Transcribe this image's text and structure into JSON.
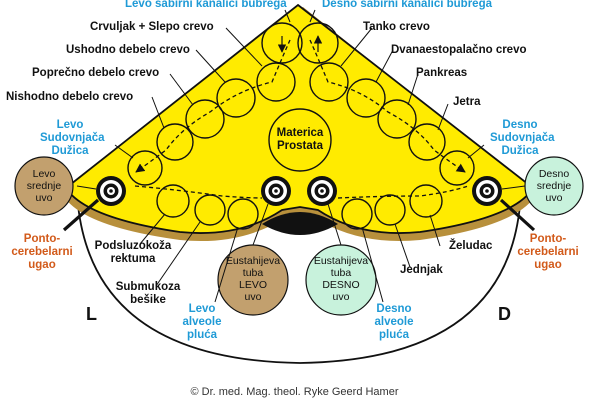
{
  "labels": {
    "left_collecting_tubules": "Levo sabirni kanalići bubrega",
    "right_collecting_tubules": "Desno sabirni kanalići bubrega",
    "ileum_appendix": "Crvuljak + Slepo crevo",
    "small_intestine": "Tanko crevo",
    "ascending_colon": "Ushodno debelo crevo",
    "duodenum": "Dvanaestopalačno crevo",
    "transverse_colon": "Poprečno debelo crevo",
    "pancreas": "Pankreas",
    "descending_colon": "Nishodno debelo crevo",
    "liver": "Jetra",
    "left_tonsil_line1": "Levo",
    "left_tonsil_line2": "Sudovnjača",
    "left_tonsil_line3": "Dužica",
    "right_tonsil_line1": "Desno",
    "right_tonsil_line2": "Sudovnjača",
    "right_tonsil_line3": "Dužica",
    "uterus_line1": "Materica",
    "uterus_line2": "Prostata",
    "left_middle_ear_line1": "Levo",
    "left_middle_ear_line2": "srednje",
    "left_middle_ear_line3": "uvo",
    "right_middle_ear_line1": "Desno",
    "right_middle_ear_line2": "srednje",
    "right_middle_ear_line3": "uvo",
    "left_cpa_line1": "Ponto-",
    "left_cpa_line2": "cerebelarni",
    "left_cpa_line3": "ugao",
    "right_cpa_line1": "Ponto-",
    "right_cpa_line2": "cerebelarni",
    "right_cpa_line3": "ugao",
    "rectum_line1": "Podsluzokoža",
    "rectum_line2": "rektuma",
    "stomach": "Želudac",
    "esophagus": "Jednjak",
    "bladder_line1": "Submukoza",
    "bladder_line2": "bešike",
    "left_eustachian_line1": "Eustahijeva",
    "left_eustachian_line2": "tuba",
    "left_eustachian_line3": "LEVO",
    "left_eustachian_line4": "uvo",
    "right_eustachian_line1": "Eustahijeva",
    "right_eustachian_line2": "tuba",
    "right_eustachian_line3": "DESNO",
    "right_eustachian_line4": "uvo",
    "left_alveoli_line1": "Levo",
    "left_alveoli_line2": "alveole",
    "left_alveoli_line3": "pluća",
    "right_alveoli_line1": "Desno",
    "right_alveoli_line2": "alveole",
    "right_alveoli_line3": "pluća",
    "side_left": "L",
    "side_right": "D",
    "copyright": "© Dr. med. Mag. theol. Ryke Geerd Hamer"
  },
  "colors": {
    "brainstem_fill": "#ffeb00",
    "outline": "#111111",
    "shadow": "#b8903c",
    "label_black": "#111111",
    "label_blue": "#1f9ad6",
    "label_orange": "#d25a1a",
    "middle_ear_fill": "#c2a06e",
    "right_middle_ear_fill": "#c8f2dc",
    "left_eustachian_fill": "#c2a06e",
    "right_eustachian_fill": "#c8f2dc"
  }
}
